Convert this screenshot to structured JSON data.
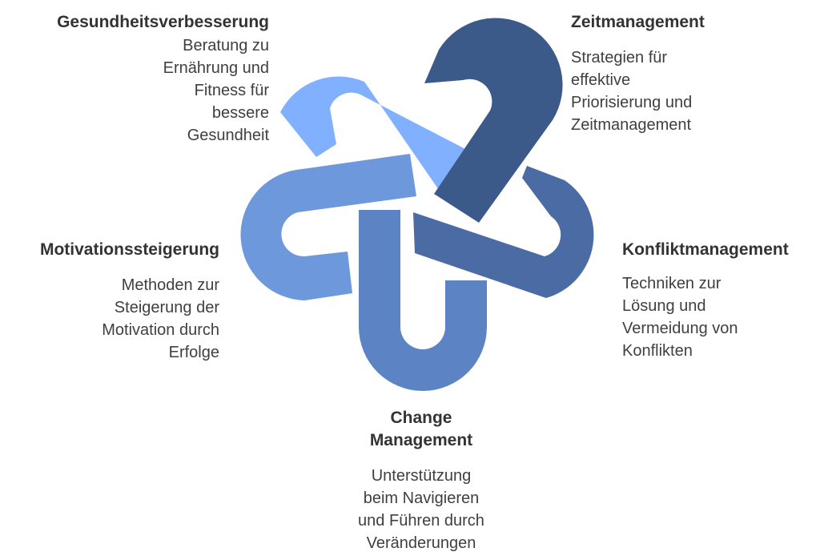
{
  "items": [
    {
      "id": "gesundheit",
      "title": "Gesundheitsverbesserung",
      "lines": [
        "Beratung zu",
        "Ernährung und",
        "Fitness für",
        "bessere",
        "Gesundheit"
      ]
    },
    {
      "id": "zeit",
      "title": "Zeitmanagement",
      "lines": [
        "Strategien für",
        "effektive",
        "Priorisierung und",
        "Zeitmanagement"
      ]
    },
    {
      "id": "konflikt",
      "title": "Konfliktmanagement",
      "lines": [
        "Techniken zur",
        "Lösung und",
        "Vermeidung von",
        "Konflikten"
      ]
    },
    {
      "id": "change",
      "title_lines": [
        "Change",
        "Management"
      ],
      "lines": [
        "Unterstützung",
        "beim Navigieren",
        "und Führen durch",
        "Veränderungen"
      ]
    },
    {
      "id": "motivation",
      "title": "Motivationssteigerung",
      "lines": [
        "Methoden zur",
        "Steigerung der",
        "Motivation durch",
        "Erfolge"
      ]
    }
  ],
  "colors": {
    "gesundheit": "#80b0ff",
    "zeit": "#3b5a8a",
    "konflikt": "#4a6ba4",
    "change": "#5c84c4",
    "motivation": "#6e98dc"
  }
}
